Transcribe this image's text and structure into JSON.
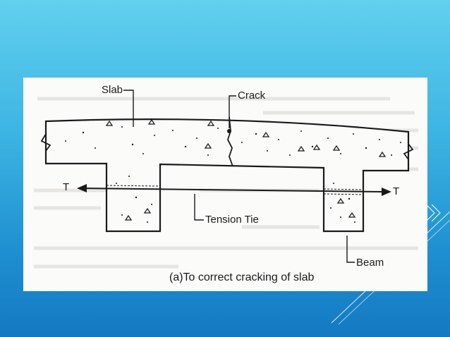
{
  "diagram": {
    "labels": {
      "slab": "Slab",
      "crack": "Crack",
      "t_left": "T",
      "t_right": "T",
      "tension_tie": "Tension Tie",
      "beam": "Beam"
    },
    "caption": "(a)To correct cracking of slab"
  },
  "colors": {
    "background_top": "#62d0ef",
    "background_bottom": "#1479c2",
    "figure_paper": "#fbfbfa",
    "ink": "#1a1a1a"
  }
}
